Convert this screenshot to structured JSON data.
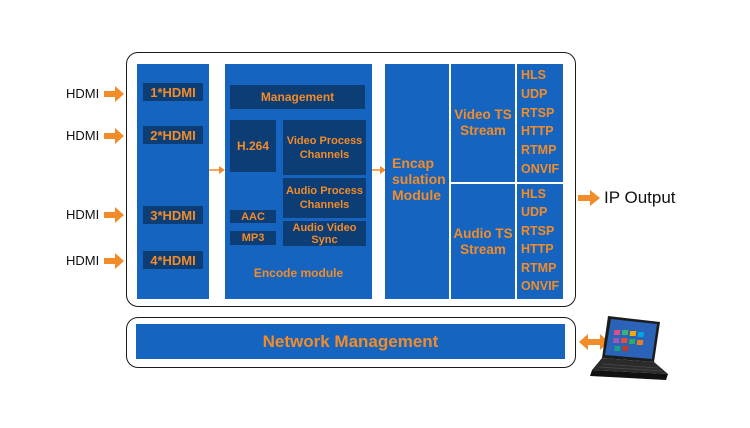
{
  "inputs": {
    "label": "HDMI",
    "ports": [
      "1*HDMI",
      "2*HDMI",
      "3*HDMI",
      "4*HDMI"
    ]
  },
  "encode": {
    "management": "Management",
    "h264": "H.264",
    "video_process": "Video Process Channels",
    "video_process_l1": "Video Process",
    "video_process_l2": "Channels",
    "audio_process_l1": "Audio Process",
    "audio_process_l2": "Channels",
    "aac": "AAC",
    "mp3": "MP3",
    "av_sync_l1": "Audio Video",
    "av_sync_l2": "Sync",
    "title": "Encode module"
  },
  "encap": {
    "l1": "Encap",
    "l2": "sulation",
    "l3": "Module"
  },
  "streams": {
    "video_l1": "Video TS",
    "video_l2": "Stream",
    "audio_l1": "Audio TS",
    "audio_l2": "Stream",
    "protocols": [
      "HLS",
      "UDP",
      "RTSP",
      "HTTP",
      "RTMP",
      "ONVIF"
    ]
  },
  "output": {
    "label": "IP Output"
  },
  "network": {
    "label": "Network Management"
  },
  "colors": {
    "panel_blue": "#1565c0",
    "dark_blue": "#0d3d75",
    "accent_orange": "#f28c28"
  }
}
